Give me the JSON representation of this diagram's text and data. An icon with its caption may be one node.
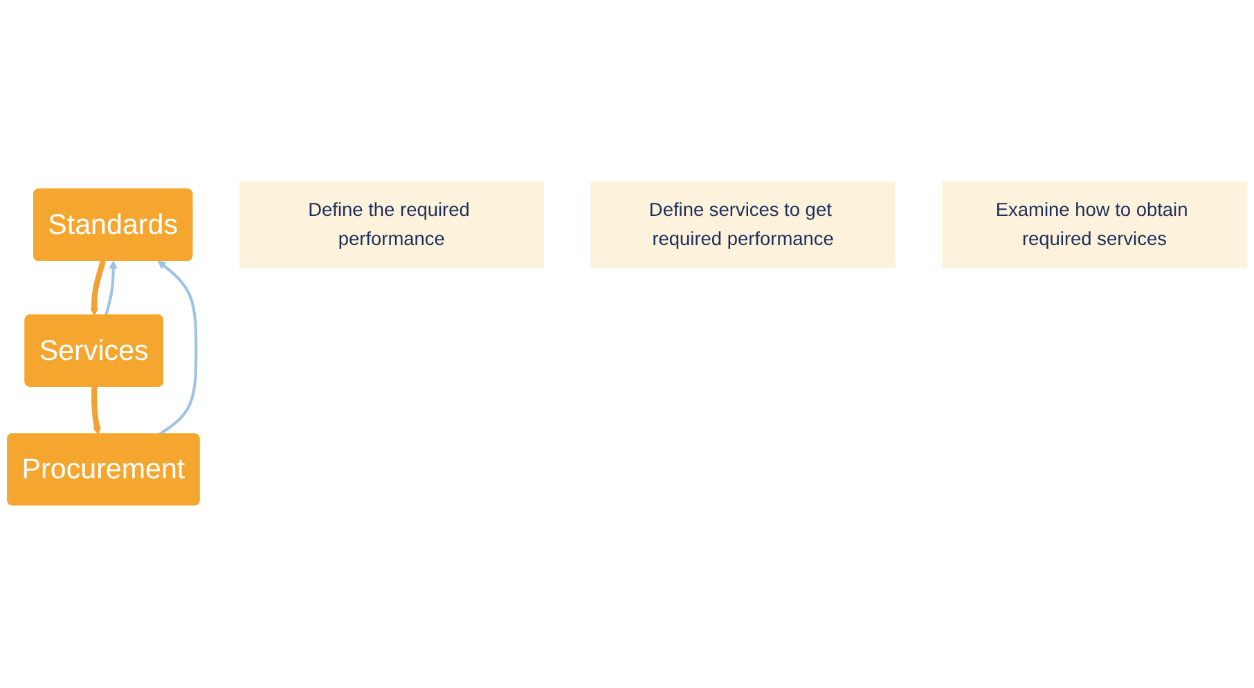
{
  "diagram": {
    "nodes": [
      {
        "text": [
          "Standards"
        ]
      },
      {
        "text": [
          "Services"
        ]
      },
      {
        "text": [
          "Procurement"
        ]
      },
      {
        "text": [
          "Define the required performance"
        ]
      },
      {
        "text": [
          "Define services to get required performance"
        ]
      },
      {
        "text": [
          "Examine how to obtain required services"
        ]
      }
    ],
    "edges": [
      {
        "from": 0,
        "to": 1,
        "arrow": "to",
        "style": "thick",
        "color": "#f2a134"
      },
      {
        "from": 1,
        "to": 2,
        "arrow": "to",
        "style": "thick",
        "color": "#f2a134"
      },
      {
        "from": 1,
        "to": 0,
        "arrow": "to",
        "color": "#9cc3e8"
      },
      {
        "from": 2,
        "to": 0,
        "arrow": "to",
        "color": "#9cc3e8"
      }
    ]
  }
}
